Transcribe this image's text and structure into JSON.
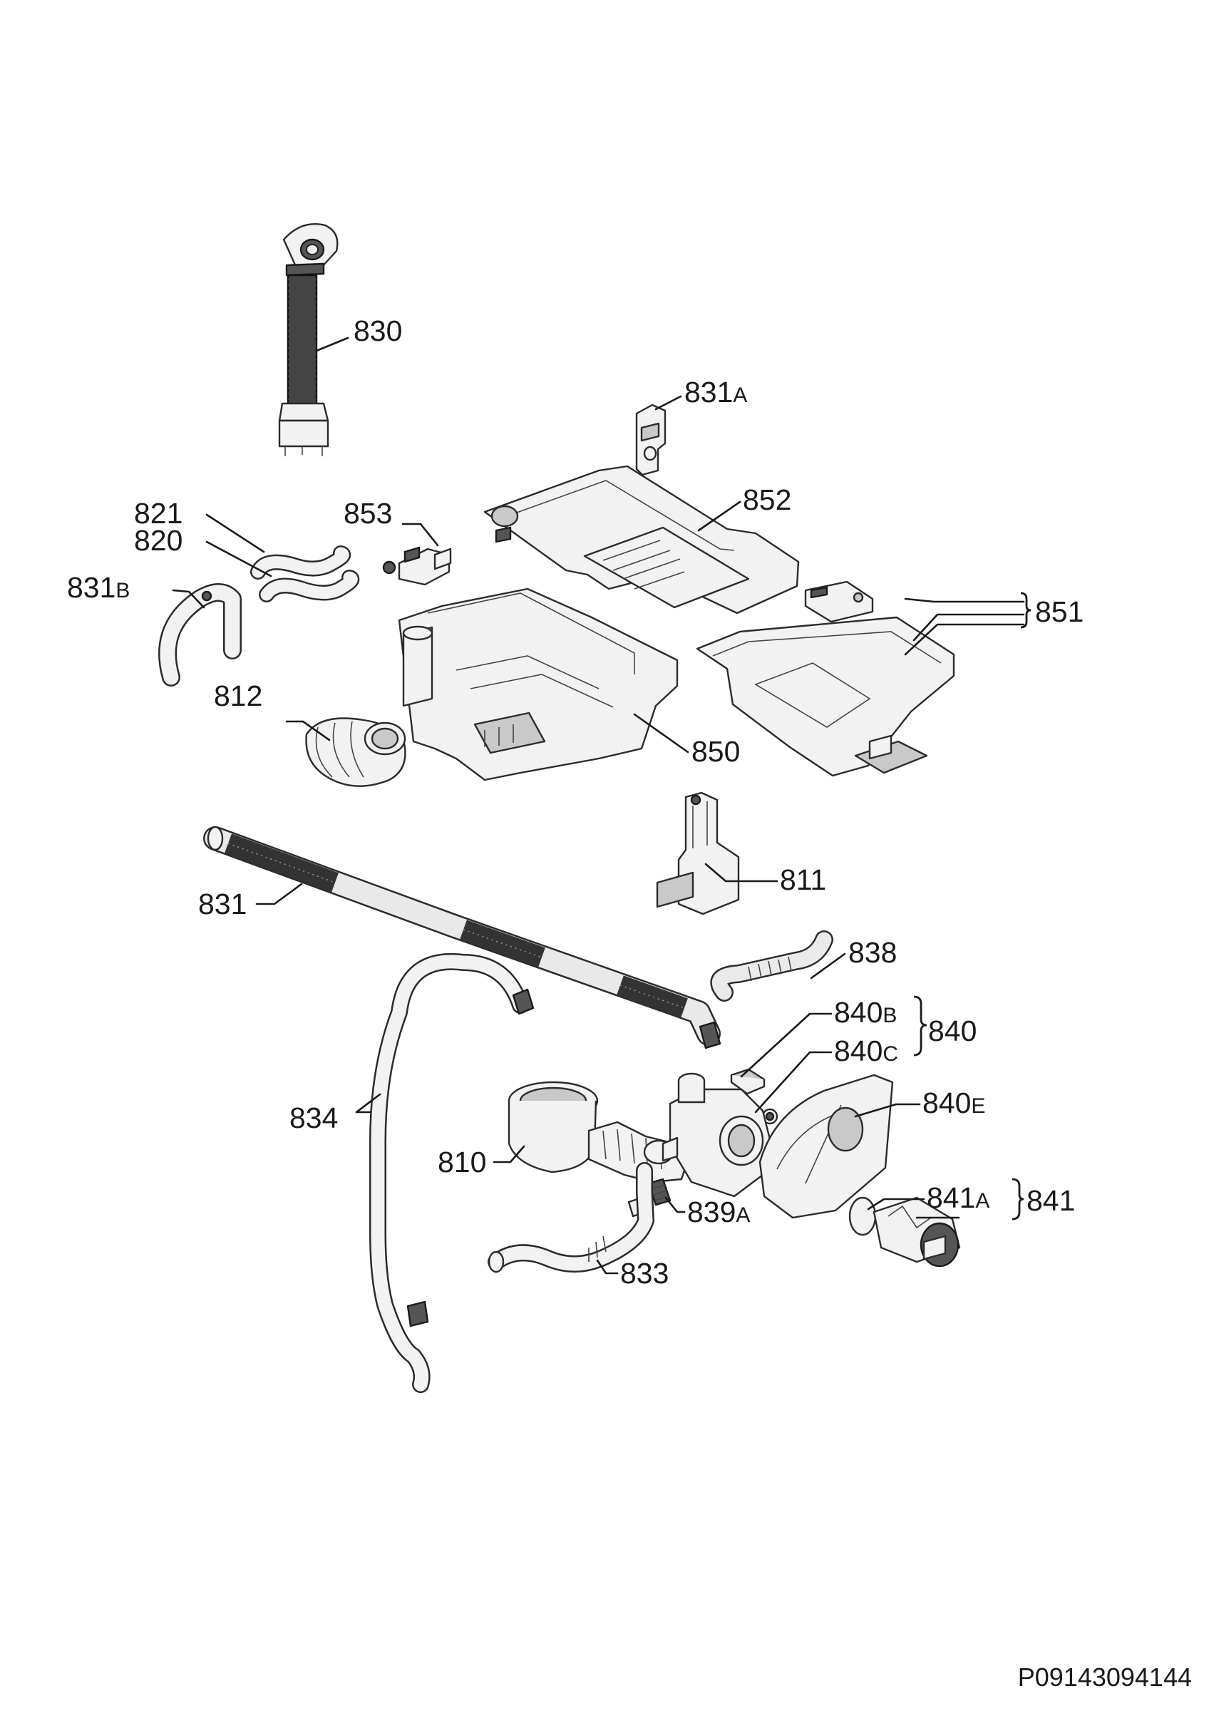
{
  "labels": {
    "l830": "830",
    "l831A_num": "831",
    "l831A_suf": "A",
    "l852": "852",
    "l853": "853",
    "l821": "821",
    "l820": "820",
    "l831B_num": "831",
    "l831B_suf": "B",
    "l851": "851",
    "l812": "812",
    "l850": "850",
    "l811": "811",
    "l831": "831",
    "l838": "838",
    "l840B_num": "840",
    "l840B_suf": "B",
    "l840": "840",
    "l840C_num": "840",
    "l840C_suf": "C",
    "l840E_num": "840",
    "l840E_suf": "E",
    "l834": "834",
    "l810": "810",
    "l841A_num": "841",
    "l841A_suf": "A",
    "l841": "841",
    "l839A_num": "839",
    "l839A_suf": "A",
    "l833": "833"
  },
  "document_code": "P09143094144",
  "colors": {
    "line": "#1a1a1a",
    "part_fill": "#f2f2f2",
    "part_shade": "#c9c9c9",
    "dark": "#555555"
  }
}
